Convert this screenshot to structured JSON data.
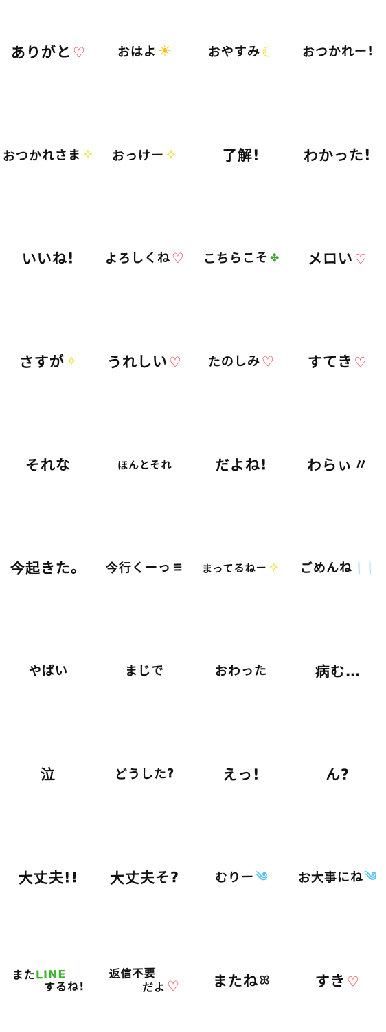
{
  "stickers": [
    {
      "text": "ありがと",
      "deco": "♡",
      "deco_type": "heart"
    },
    {
      "text": "おはよ",
      "deco": "☀",
      "deco_type": "sun"
    },
    {
      "text": "おやすみ",
      "deco": "☾",
      "deco_type": "moon"
    },
    {
      "text": "おつかれー!",
      "deco": "",
      "deco_type": ""
    },
    {
      "text": "おつかれさま",
      "deco": "✧",
      "deco_type": "sparkle"
    },
    {
      "text": "おっけー",
      "deco": "✧",
      "deco_type": "sparkle"
    },
    {
      "text": "了解!",
      "deco": "",
      "deco_type": ""
    },
    {
      "text": "わかった!",
      "deco": "",
      "deco_type": ""
    },
    {
      "text": "いいね!",
      "deco": "",
      "deco_type": ""
    },
    {
      "text": "よろしくね",
      "deco": "♡",
      "deco_type": "heart"
    },
    {
      "text": "こちらこそ",
      "deco": "✤",
      "deco_type": "clover"
    },
    {
      "text": "メロい",
      "deco": "♡",
      "deco_type": "heart"
    },
    {
      "text": "さすが",
      "deco": "✧",
      "deco_type": "sparkle"
    },
    {
      "text": "うれしい",
      "deco": "♡",
      "deco_type": "heart"
    },
    {
      "text": "たのしみ",
      "deco": "♡",
      "deco_type": "heart"
    },
    {
      "text": "すてき",
      "deco": "♡",
      "deco_type": "heart"
    },
    {
      "text": "それな",
      "deco": "",
      "deco_type": ""
    },
    {
      "text": "ほんとそれ",
      "deco": "",
      "deco_type": ""
    },
    {
      "text": "だよね!",
      "deco": "",
      "deco_type": ""
    },
    {
      "text": "わらぃ",
      "deco": "〃",
      "deco_type": "plain"
    },
    {
      "text": "今起きた。",
      "deco": "",
      "deco_type": ""
    },
    {
      "text": "今行くーっ",
      "deco": "≡",
      "deco_type": "plain"
    },
    {
      "text": "まってるねー",
      "deco": "✧",
      "deco_type": "sparkle"
    },
    {
      "text": "ごめんね",
      "deco": "❘❘",
      "deco_type": "drops"
    },
    {
      "text": "やばい",
      "deco": "",
      "deco_type": ""
    },
    {
      "text": "まじで",
      "deco": "",
      "deco_type": ""
    },
    {
      "text": "おわった",
      "deco": "",
      "deco_type": ""
    },
    {
      "text": "病む…",
      "deco": "",
      "deco_type": ""
    },
    {
      "text": "泣",
      "deco": "",
      "deco_type": ""
    },
    {
      "text": "どうした?",
      "deco": "",
      "deco_type": ""
    },
    {
      "text": "えっ!",
      "deco": "",
      "deco_type": ""
    },
    {
      "text": "ん?",
      "deco": "",
      "deco_type": ""
    },
    {
      "text": "大丈夫!!",
      "deco": "",
      "deco_type": ""
    },
    {
      "text": "大丈夫そ?",
      "deco": "",
      "deco_type": ""
    },
    {
      "text": "むりー",
      "deco": "༄",
      "deco_type": "drops"
    },
    {
      "text": "お大事にね",
      "deco": "༄",
      "deco_type": "drops"
    },
    {
      "line1_a": "また",
      "line1_b": "LINE",
      "line2": "するね!",
      "type": "two"
    },
    {
      "line1_a": "返信不要",
      "line2": "だよ",
      "deco": "♡",
      "deco_type": "heart",
      "type": "two_b"
    },
    {
      "text": "またね",
      "deco": "ꕤ",
      "deco_type": "splash"
    },
    {
      "text": "すき",
      "deco": "♡",
      "deco_type": "heart"
    }
  ]
}
